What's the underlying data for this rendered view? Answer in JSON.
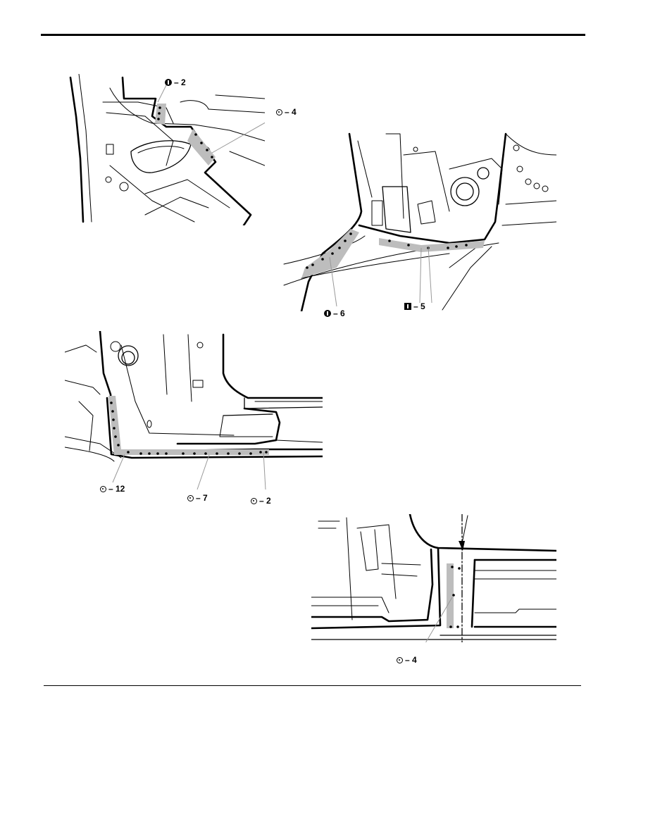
{
  "figures": [
    {
      "id": "fig1",
      "callouts": [
        {
          "symbol": "solid-weld",
          "label": "– 2"
        },
        {
          "symbol": "spot-weld",
          "label": "– 4"
        }
      ]
    },
    {
      "id": "fig2",
      "callouts": [
        {
          "symbol": "solid-weld",
          "label": "– 6"
        },
        {
          "symbol": "square-weld",
          "label": "– 5"
        }
      ]
    },
    {
      "id": "fig3",
      "callouts": [
        {
          "symbol": "spot-weld",
          "label": "– 12"
        },
        {
          "symbol": "spot-weld",
          "label": "– 7"
        },
        {
          "symbol": "spot-weld",
          "label": "– 2"
        }
      ]
    },
    {
      "id": "fig4",
      "callouts": [
        {
          "symbol": "spot-weld",
          "label": "– 4"
        }
      ]
    }
  ],
  "colors": {
    "line": "#000000",
    "fill": "#bdbdbd",
    "paper": "#ffffff"
  }
}
